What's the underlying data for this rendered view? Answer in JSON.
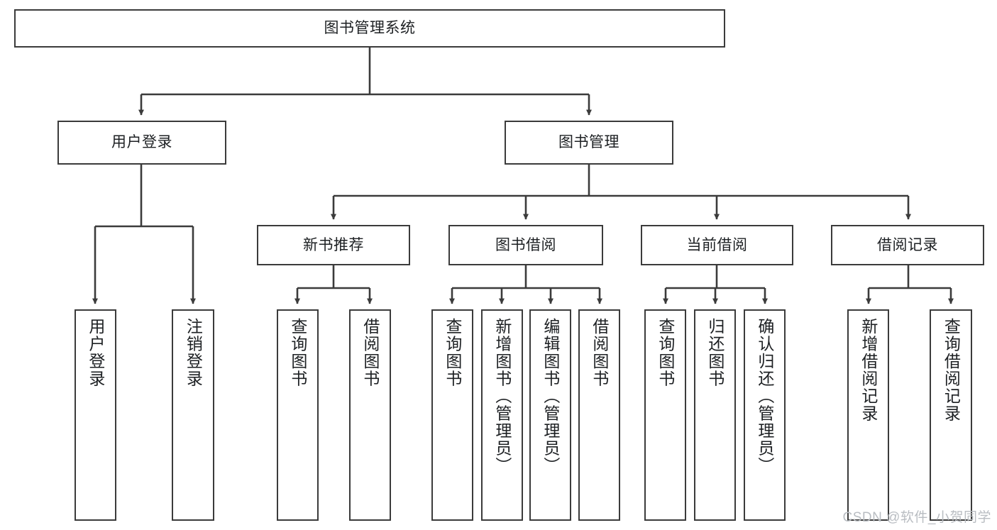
{
  "diagram": {
    "type": "tree",
    "title": "图书管理系统",
    "line_color": "#3b3b3b",
    "box_fill": "#ffffff",
    "text_color": "#1d2023",
    "root": {
      "id": "root",
      "label": "图书管理系统"
    },
    "level2": [
      {
        "id": "user-login",
        "label": "用户登录"
      },
      {
        "id": "book-management",
        "label": "图书管理"
      }
    ],
    "level3": [
      {
        "id": "new-book-recommend",
        "label": "新书推荐",
        "parent": "book-management"
      },
      {
        "id": "book-borrow",
        "label": "图书借阅",
        "parent": "book-management"
      },
      {
        "id": "current-borrow",
        "label": "当前借阅",
        "parent": "book-management"
      },
      {
        "id": "borrow-record",
        "label": "借阅记录",
        "parent": "book-management"
      }
    ],
    "leaves": [
      {
        "id": "leaf-user-login",
        "label": "用户登录",
        "parent": "user-login"
      },
      {
        "id": "leaf-logout-login",
        "label": "注销登录",
        "parent": "user-login"
      },
      {
        "id": "leaf-query-book-1",
        "label": "查询图书",
        "parent": "new-book-recommend"
      },
      {
        "id": "leaf-borrow-book-1",
        "label": "借阅图书",
        "parent": "new-book-recommend"
      },
      {
        "id": "leaf-query-book-2",
        "label": "查询图书",
        "parent": "book-borrow"
      },
      {
        "id": "leaf-add-book",
        "label": "新增图书（管理员）",
        "parent": "book-borrow"
      },
      {
        "id": "leaf-edit-book",
        "label": "编辑图书（管理员）",
        "parent": "book-borrow"
      },
      {
        "id": "leaf-borrow-book-2",
        "label": "借阅图书",
        "parent": "book-borrow"
      },
      {
        "id": "leaf-query-book-3",
        "label": "查询图书",
        "parent": "current-borrow"
      },
      {
        "id": "leaf-return-book",
        "label": "归还图书",
        "parent": "current-borrow"
      },
      {
        "id": "leaf-confirm-return",
        "label": "确认归还（管理员）",
        "parent": "current-borrow"
      },
      {
        "id": "leaf-add-record",
        "label": "新增借阅记录",
        "parent": "borrow-record"
      },
      {
        "id": "leaf-query-record",
        "label": "查询借阅记录",
        "parent": "borrow-record"
      }
    ]
  },
  "watermark": {
    "text": "CSDN @软件_小贺同学"
  }
}
